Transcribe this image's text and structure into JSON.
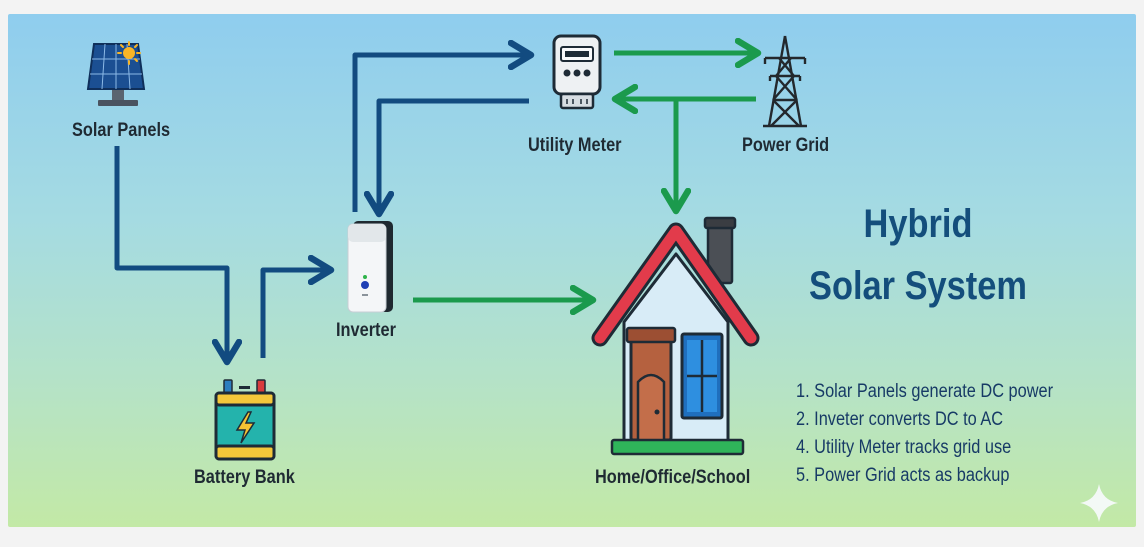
{
  "title": {
    "line1": "Hybrid",
    "line2": "Solar System"
  },
  "nodes": {
    "solar_panels": "Solar Panels",
    "battery_bank": "Battery Bank",
    "inverter": "Inverter",
    "utility_meter": "Utility Meter",
    "power_grid": "Power Grid",
    "home": "Home/Office/School"
  },
  "steps": [
    "1. Solar Panels generate DC power",
    "2. Inveter converts DC to AC",
    "4. Utility Meter tracks grid use",
    "5. Power Grid acts as backup"
  ],
  "colors": {
    "dc_flow": "#124b80",
    "ac_flow": "#1b9a4d",
    "title": "#144e7c",
    "label": "#1f2a33",
    "roof": "#e23b4b"
  }
}
